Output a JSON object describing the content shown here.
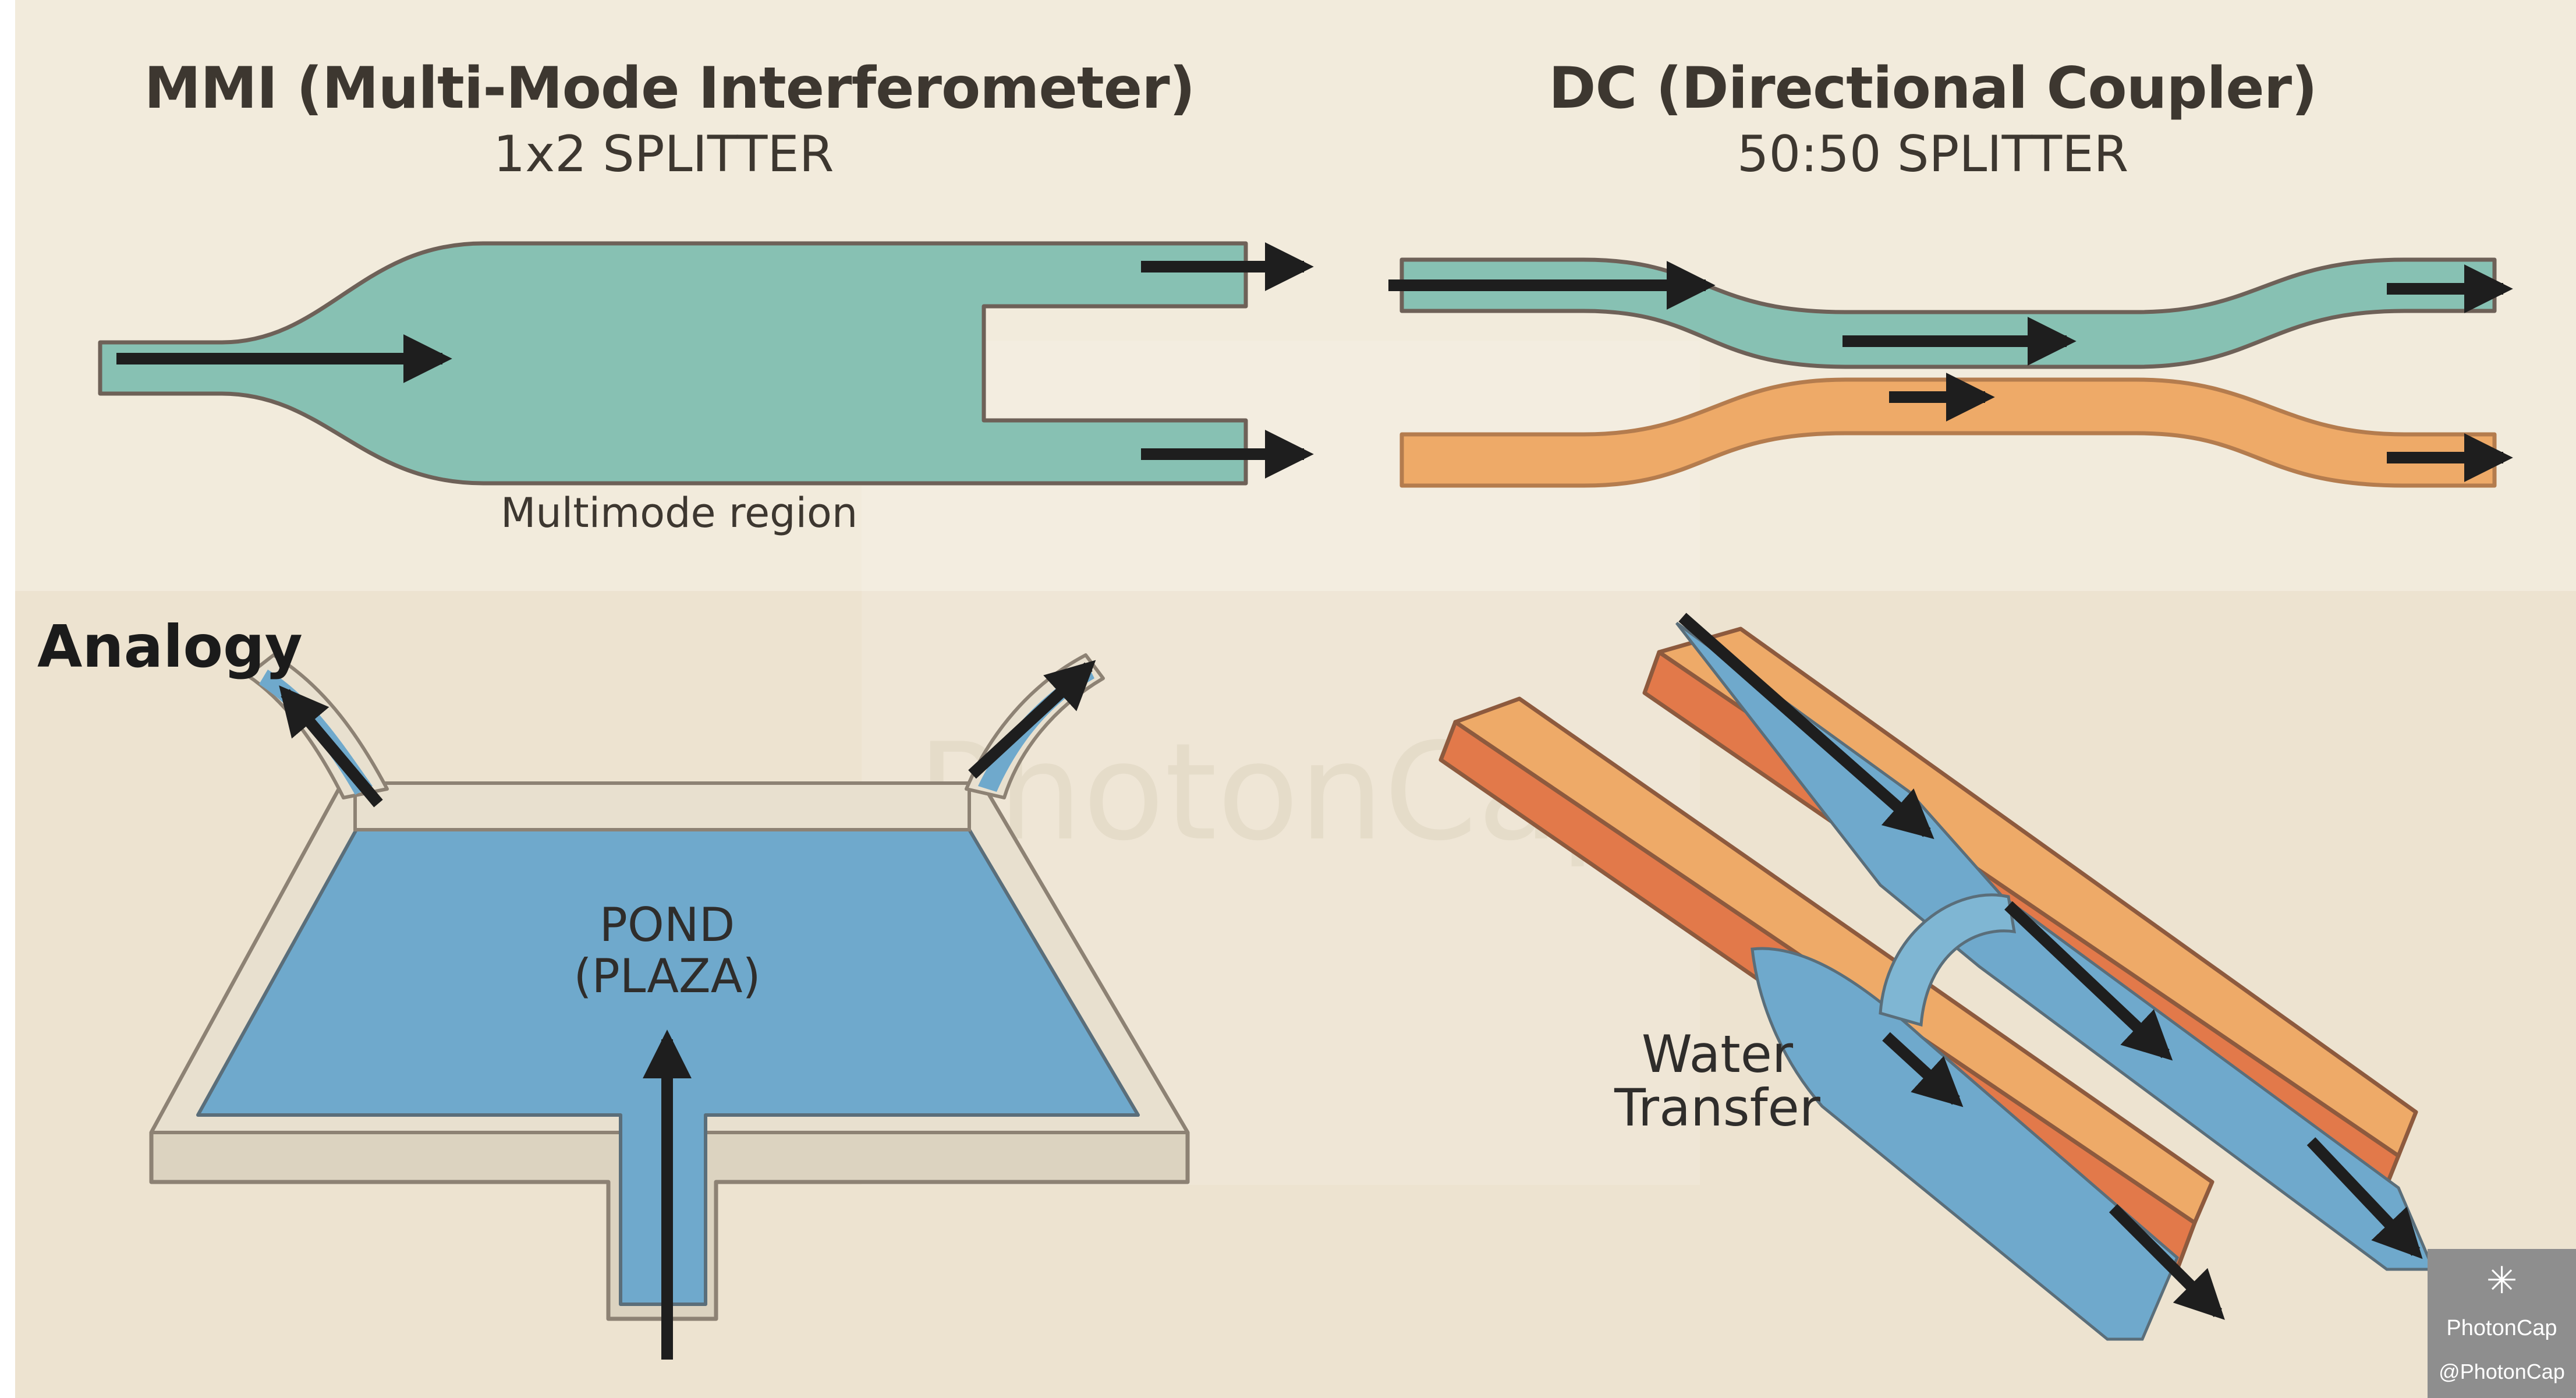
{
  "mmi": {
    "title": "MMI (Multi-Mode Interferometer)",
    "subtitle": "1x2 SPLITTER",
    "region_label": "Multimode region"
  },
  "dc": {
    "title": "DC (Directional Coupler)",
    "subtitle": "50:50 SPLITTER"
  },
  "analogy": {
    "heading": "Analogy",
    "pond_label_line1": "POND",
    "pond_label_line2": "(PLAZA)",
    "water_label_line1": "Water",
    "water_label_line2": "Transfer"
  },
  "watermark": {
    "text": "PhotonCap",
    "badge_name": "PhotonCap",
    "badge_handle": "@PhotonCap"
  },
  "colors": {
    "background_top": "#f2ebdc",
    "background_bottom": "#ede3d0",
    "waveguide_teal": "#86c0b2",
    "waveguide_orange": "#eeaa68",
    "water_blue": "#6fa9cc",
    "channel_orange_dark": "#e2794a",
    "arrow": "#1e1e1e"
  }
}
